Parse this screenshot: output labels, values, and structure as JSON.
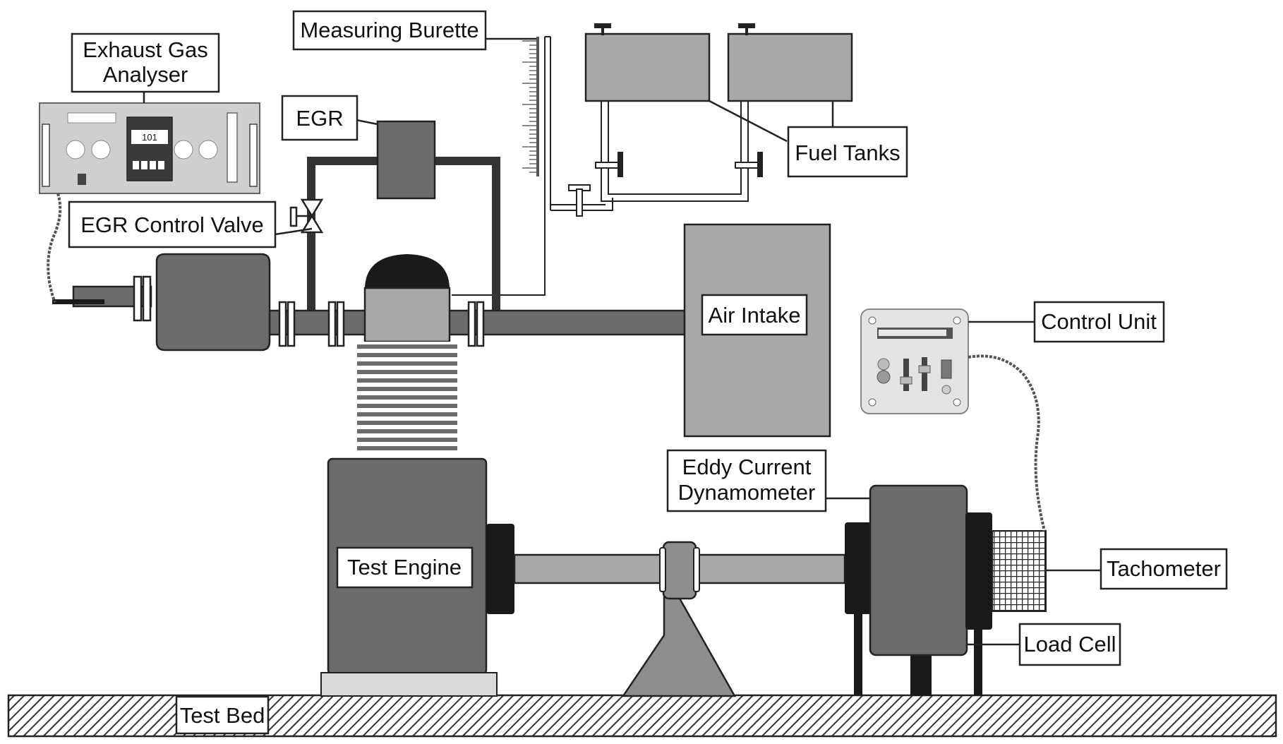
{
  "labels": {
    "exhaust_gas_analyser_line1": "Exhaust Gas",
    "exhaust_gas_analyser_line2": "Analyser",
    "measuring_burette": "Measuring Burette",
    "egr": "EGR",
    "egr_control_valve": "EGR Control Valve",
    "fuel_tanks": "Fuel Tanks",
    "air_intake": "Air Intake",
    "control_unit": "Control Unit",
    "eddy_current_dynamometer_line1": "Eddy Current",
    "eddy_current_dynamometer_line2": "Dynamometer",
    "test_engine": "Test Engine",
    "tachometer": "Tachometer",
    "load_cell": "Load Cell",
    "test_bed": "Test Bed"
  },
  "analyser_display": "101",
  "colors": {
    "component_fill": "#6b6b6b",
    "light_fill": "#a8a8a8",
    "dark": "#1a1a1a",
    "outline": "#222222"
  }
}
